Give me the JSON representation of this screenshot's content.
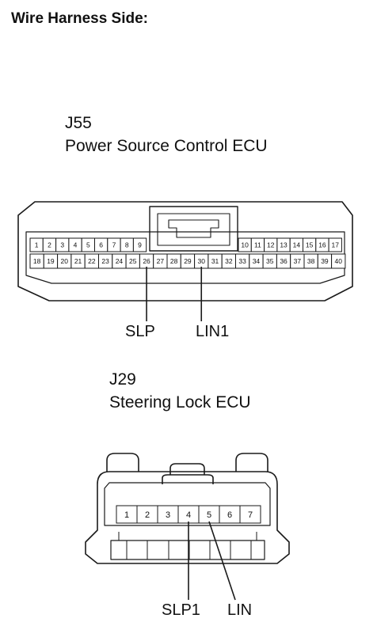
{
  "heading": "Wire Harness Side:",
  "connectors": [
    {
      "id": "J55",
      "name": "Power Source Control ECU",
      "pins_row1": [
        "1",
        "2",
        "3",
        "4",
        "5",
        "6",
        "7",
        "8",
        "9",
        "10",
        "11",
        "12",
        "13",
        "14",
        "15",
        "16",
        "17"
      ],
      "pins_row2": [
        "18",
        "19",
        "20",
        "21",
        "22",
        "23",
        "24",
        "25",
        "26",
        "27",
        "28",
        "29",
        "30",
        "31",
        "32",
        "33",
        "34",
        "35",
        "36",
        "37",
        "38",
        "39",
        "40"
      ],
      "callouts": [
        {
          "pin": "26",
          "label": "SLP"
        },
        {
          "pin": "30",
          "label": "LIN1"
        }
      ]
    },
    {
      "id": "J29",
      "name": "Steering Lock ECU",
      "pins": [
        "1",
        "2",
        "3",
        "4",
        "5",
        "6",
        "7"
      ],
      "callouts": [
        {
          "pin": "4",
          "label": "SLP1"
        },
        {
          "pin": "5",
          "label": "LIN"
        }
      ]
    }
  ]
}
